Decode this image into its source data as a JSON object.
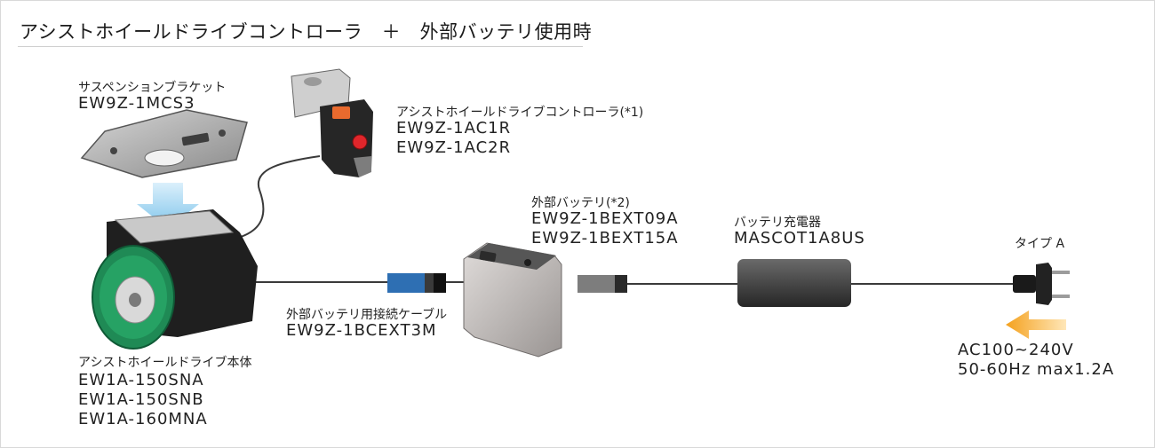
{
  "title": "アシストホイールドライブコントローラ　＋　外部バッテリ使用時",
  "components": {
    "bracket": {
      "label": "サスペンションブラケット",
      "models": [
        "EW9Z-1MCS3"
      ]
    },
    "controller": {
      "label": "アシストホイールドライブコントローラ(*1)",
      "models": [
        "EW9Z-1AC1R",
        "EW9Z-1AC2R"
      ]
    },
    "wheel_drive": {
      "label": "アシストホイールドライブ本体",
      "models": [
        "EW1A-150SNA",
        "EW1A-150SNB",
        "EW1A-160MNA"
      ]
    },
    "cable": {
      "label": "外部バッテリ用接続ケーブル",
      "models": [
        "EW9Z-1BCEXT3M"
      ]
    },
    "battery": {
      "label": "外部バッテリ(*2)",
      "models": [
        "EW9Z-1BEXT09A",
        "EW9Z-1BEXT15A"
      ]
    },
    "charger": {
      "label": "バッテリ充電器",
      "models": [
        "MASCOT1A8US"
      ]
    },
    "plug": {
      "label": "タイプ A"
    },
    "power": {
      "lines": [
        "AC100~240V",
        "50-60Hz max1.2A"
      ]
    }
  },
  "colors": {
    "arrow_blue": "#7ec3ea",
    "arrow_orange": "#f5a623",
    "wheel_green": "#1f8a55",
    "controller_button": "#e0512b",
    "cable_connector": "#2e6fb3"
  },
  "icons": [
    "down-arrow-icon",
    "left-arrow-icon",
    "plug-icon"
  ]
}
